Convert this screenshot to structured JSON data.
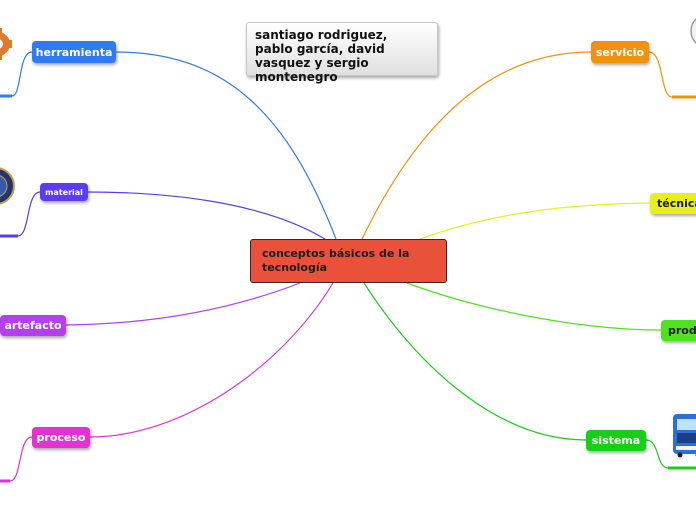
{
  "central": {
    "label": "conceptos básicos de la tecnología",
    "color": "#e9513a"
  },
  "authors_note": "santiago rodriguez, pablo garcía, david vasquez y sergio montenegro",
  "branches": [
    {
      "id": "herramienta",
      "label": "herramienta",
      "color": "#2f7bf2"
    },
    {
      "id": "material",
      "label": "material",
      "color": "#5b3cf0"
    },
    {
      "id": "artefacto",
      "label": "artefacto",
      "color": "#b43ff0"
    },
    {
      "id": "proceso",
      "label": "proceso",
      "color": "#e431d2"
    },
    {
      "id": "servicio",
      "label": "servicio",
      "color": "#f0920b"
    },
    {
      "id": "tecnica",
      "label": "técnica",
      "color": "#e8ef1b"
    },
    {
      "id": "producto",
      "label": "producto",
      "color": "#4ee31c"
    },
    {
      "id": "sistema",
      "label": "sistema",
      "color": "#16cf16"
    }
  ],
  "images": [
    {
      "name": "gear-image",
      "attached_to": "herramienta"
    },
    {
      "name": "material-seal-image",
      "attached_to": "material"
    },
    {
      "name": "service-image",
      "attached_to": "servicio"
    },
    {
      "name": "bus-image",
      "attached_to": "sistema"
    }
  ]
}
